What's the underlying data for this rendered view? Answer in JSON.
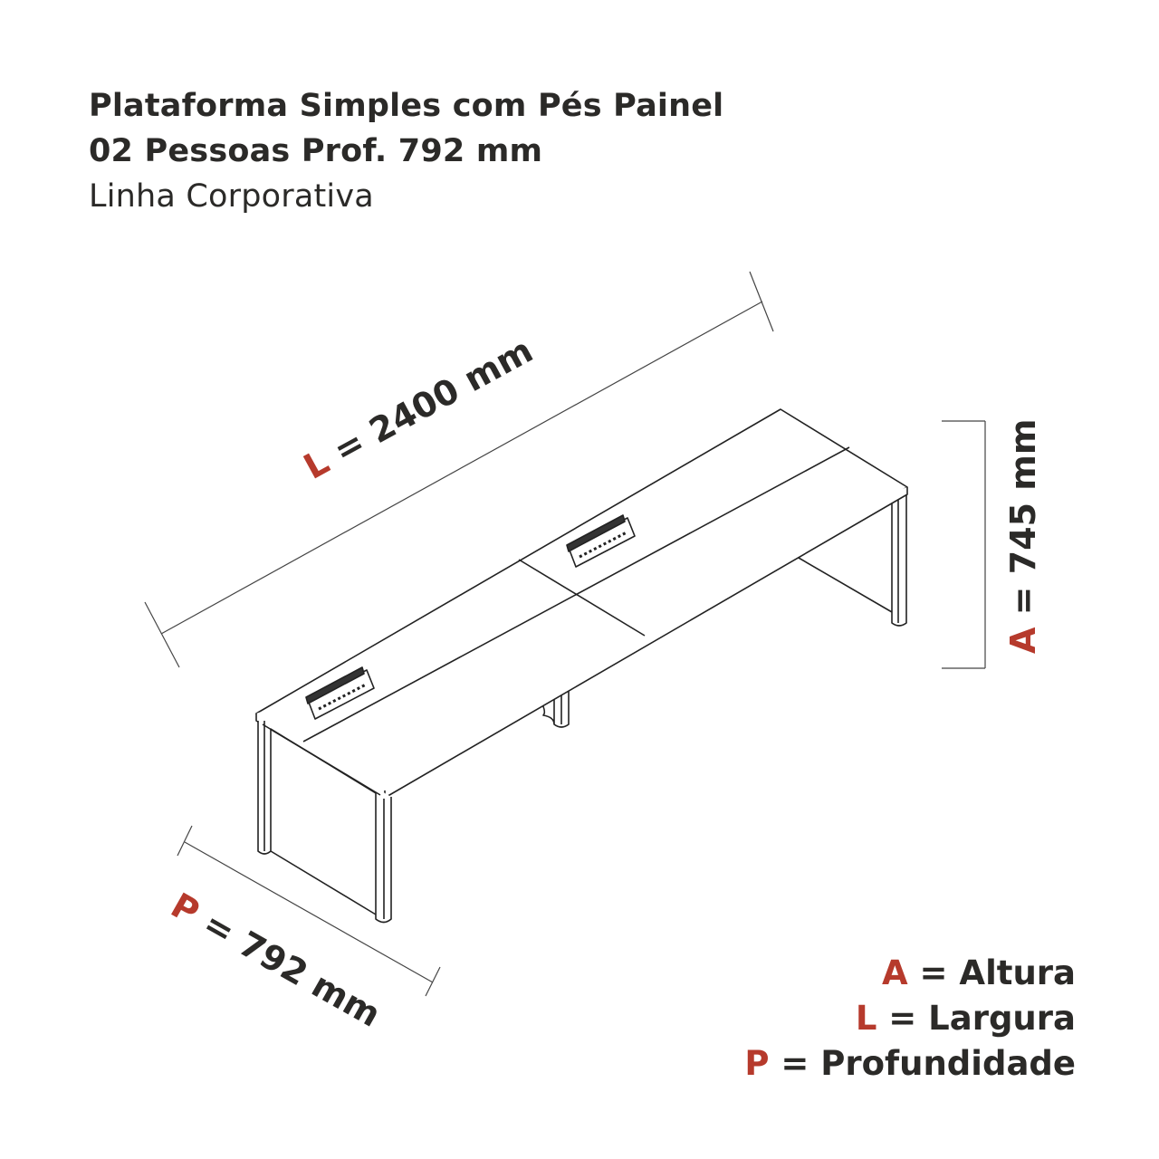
{
  "title": {
    "line1": "Plataforma Simples com Pés Painel",
    "line2": "02 Pessoas Prof. 792 mm",
    "line3": "Linha Corporativa"
  },
  "dimensions": {
    "length": {
      "letter": "L",
      "value": " = 2400 mm"
    },
    "height": {
      "letter": "A",
      "value": " = 745 mm"
    },
    "depth": {
      "letter": "P",
      "value": " = 792 mm"
    }
  },
  "legend": [
    {
      "letter": "A",
      "text": " = Altura"
    },
    {
      "letter": "L",
      "text": " = Largura"
    },
    {
      "letter": "P",
      "text": " = Profundidade"
    }
  ],
  "colors": {
    "accent": "#b63a2c",
    "text": "#2b2a28",
    "line": "#222222"
  }
}
